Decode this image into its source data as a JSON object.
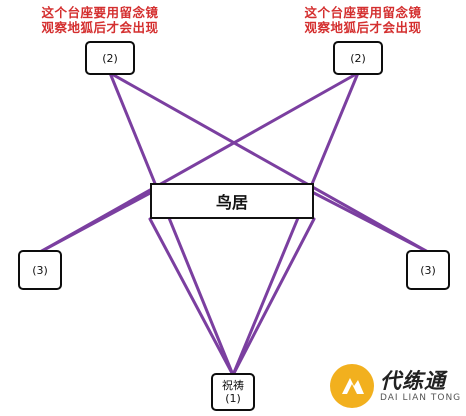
{
  "notes": {
    "left": "这个台座要用留念镜\n观察地狐后才会出现",
    "right": "这个台座要用留念镜\n观察地狐后才会出现"
  },
  "pedestals": {
    "top_left": "(2)",
    "top_right": "(2)",
    "mid_left": "(3)",
    "mid_right": "(3)",
    "bottom_name": "祝祷",
    "bottom_number": "(1)"
  },
  "torii_label": "鸟居",
  "logo": {
    "name": "代练通",
    "pinyin": "DAI LIAN TONG"
  },
  "colors": {
    "line": "#7b3fa0",
    "note": "#d42f2f",
    "logo_mark": "#f2b01e"
  },
  "icons": [
    "logo-mark-icon"
  ]
}
